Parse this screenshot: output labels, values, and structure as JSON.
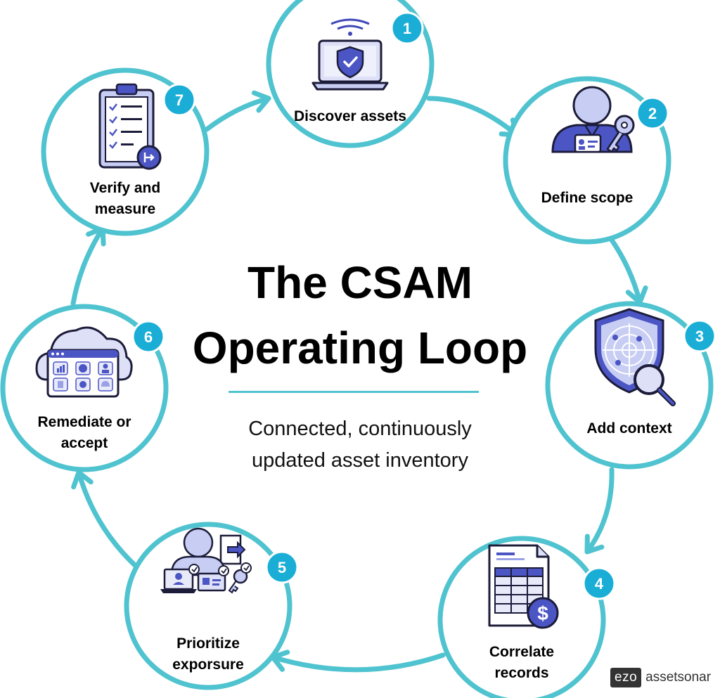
{
  "title_line1": "The CSAM",
  "title_line2": "Operating Loop",
  "subtitle_line1": "Connected, continuously",
  "subtitle_line2": "updated asset inventory",
  "colors": {
    "ring": "#4fc3cf",
    "badge": "#1aaed6",
    "icon_fill": "#c7cdf3",
    "icon_dark": "#4b55c4",
    "icon_stroke": "#1c1c3a"
  },
  "steps": [
    {
      "num": "1",
      "lines": [
        "Discover assets"
      ],
      "icon": "laptop-shield-icon"
    },
    {
      "num": "2",
      "lines": [
        "Define scope"
      ],
      "icon": "person-badge-key-icon"
    },
    {
      "num": "3",
      "lines": [
        "Add context"
      ],
      "icon": "radar-shield-magnifier-icon"
    },
    {
      "num": "4",
      "lines": [
        "Correlate",
        "records"
      ],
      "icon": "spreadsheet-dollar-icon"
    },
    {
      "num": "5",
      "lines": [
        "Prioritize",
        "exporsure"
      ],
      "icon": "person-devices-icon"
    },
    {
      "num": "6",
      "lines": [
        "Remediate or",
        "accept"
      ],
      "icon": "cloud-dashboard-icon"
    },
    {
      "num": "7",
      "lines": [
        "Verify and",
        "measure"
      ],
      "icon": "clipboard-checklist-icon"
    }
  ],
  "brand": {
    "box": "ezo",
    "text": "assetsonar"
  }
}
